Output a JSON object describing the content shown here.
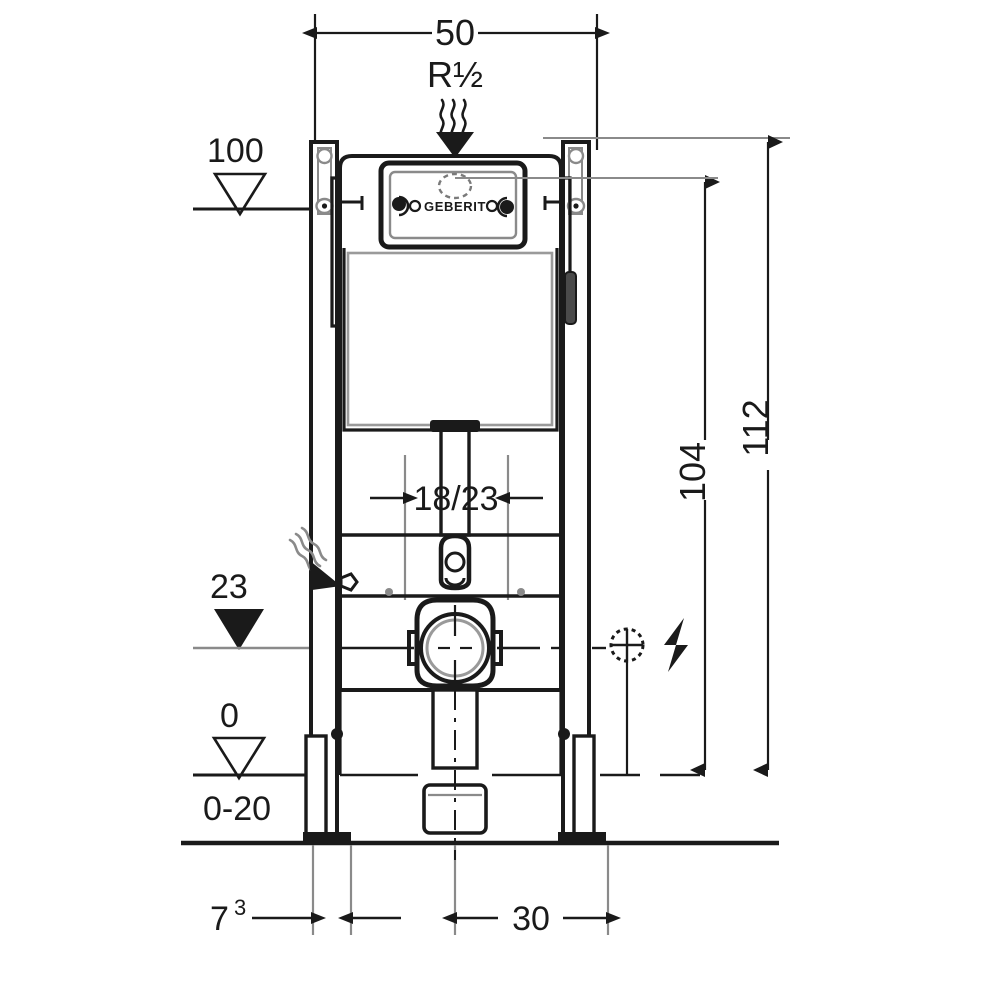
{
  "drawing": {
    "title": "Geberit Duofix wall-hung WC frame - technical dimension drawing",
    "units": "cm",
    "line_color": "#1a1a1a",
    "accent_gray": "#8a8a8a",
    "background": "#ffffff"
  },
  "dimensions": {
    "width_top": "50",
    "supply_thread": "R½",
    "height_overall": "112",
    "height_cistern": "104",
    "offset_mid": "18/23",
    "level_top": "100",
    "level_waste": "23",
    "level_floor": "0",
    "floor_adjust": "0-20",
    "depth_front": "7",
    "depth_front_sup": "3",
    "depth_rear": "30"
  },
  "labels": {
    "brand": "GEBERIT"
  },
  "symbols": {
    "water_supply": "water-supply-wavy-arrow",
    "waste_connection": "waste-arrow",
    "electrical": "electrical-lightning-bolt",
    "level_marker_open": "level-triangle-outline",
    "level_marker_filled": "level-triangle-filled"
  }
}
